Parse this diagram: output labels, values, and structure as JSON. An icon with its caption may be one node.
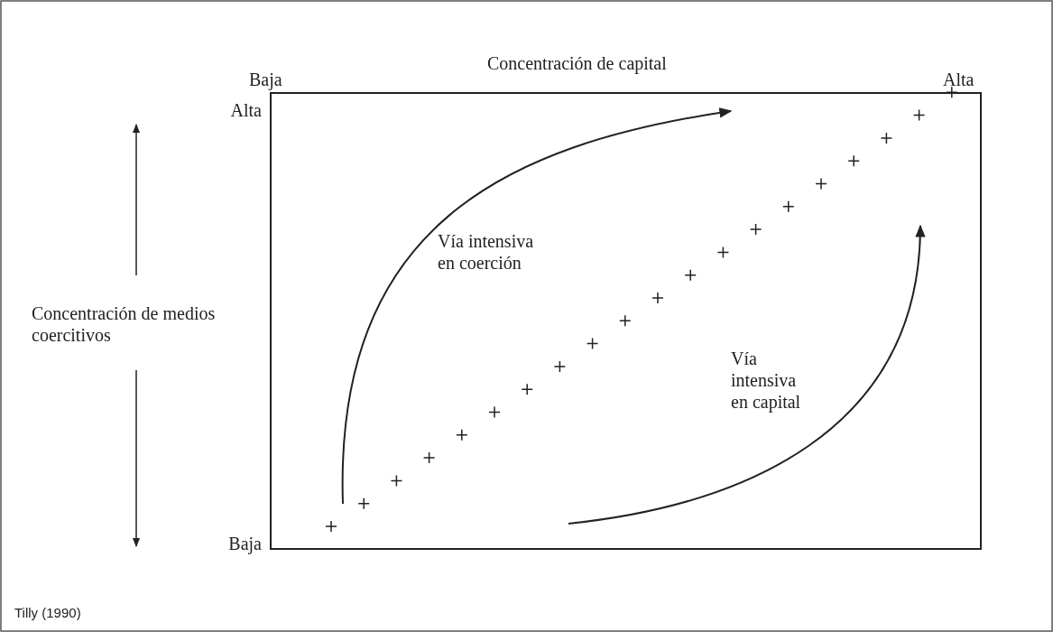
{
  "diagram": {
    "caption": "Tilly (1990)",
    "labels": [
      "Baja",
      "Concentración de capital",
      "Alta",
      "Alta",
      "Vía intensiva en coerción",
      "Concentración de medios coercitivos",
      "Vía intensiva en capital",
      "Baja"
    ]
  }
}
